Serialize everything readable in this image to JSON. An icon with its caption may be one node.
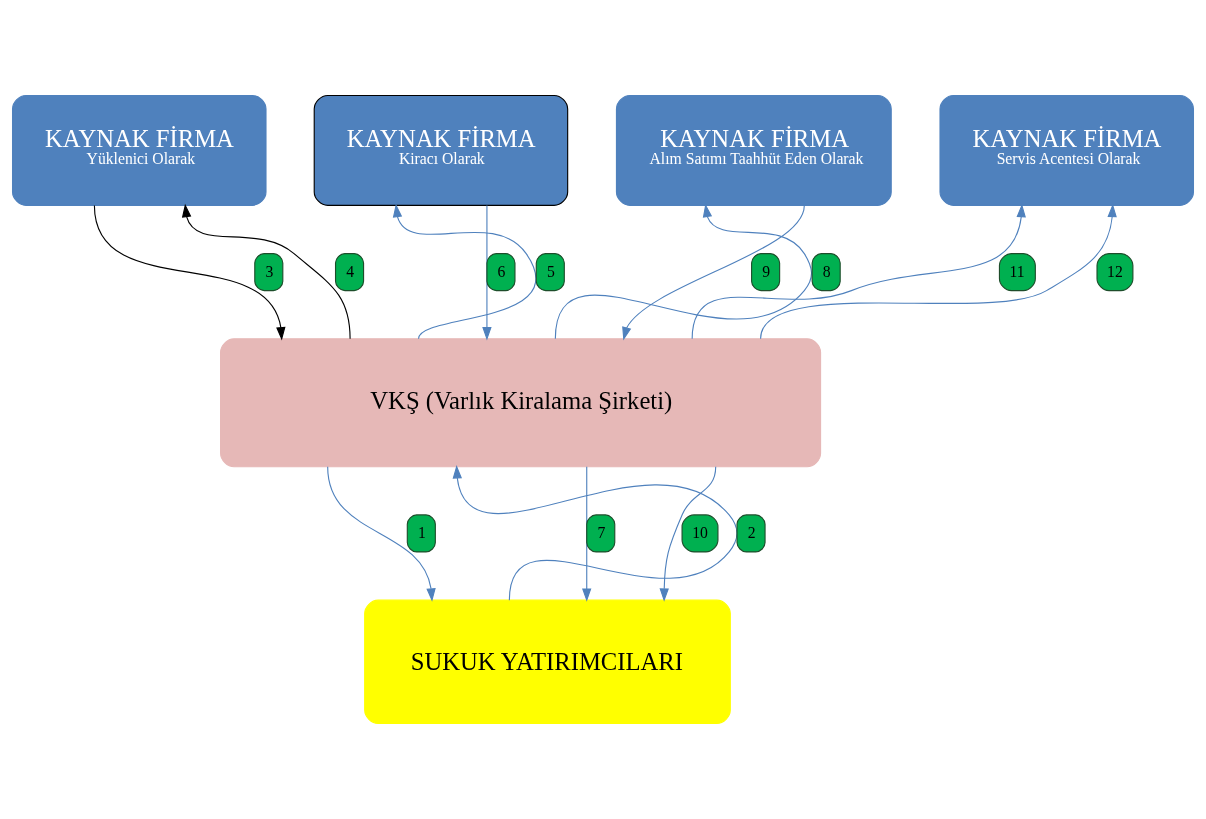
{
  "diagram": {
    "nodes": [
      {
        "text": [
          "KAYNAK FİRMA",
          "Yüklenici Olarak"
        ]
      },
      {
        "text": [
          "KAYNAK FİRMA",
          "Kiracı Olarak"
        ]
      },
      {
        "text": [
          "KAYNAK FİRMA",
          "Alım Satımı Taahhüt Eden Olarak"
        ]
      },
      {
        "text": [
          "KAYNAK FİRMA",
          "Servis Acentesi Olarak"
        ]
      },
      {
        "text": [
          "VKŞ (Varlık Kiralama Şirketi)"
        ]
      },
      {
        "text": [
          "SUKUK YATIRIMCILARI"
        ]
      }
    ],
    "edges": [
      {
        "from": 4,
        "to": 5,
        "arrow": "to",
        "label": "1"
      },
      {
        "from": 5,
        "to": 4,
        "arrow": "to",
        "label": "2"
      },
      {
        "from": 0,
        "to": 4,
        "arrow": "to",
        "label": "3",
        "color": "#000000"
      },
      {
        "from": 4,
        "to": 0,
        "arrow": "to",
        "label": "4",
        "color": "#000000"
      },
      {
        "from": 4,
        "to": 1,
        "arrow": "to",
        "label": "5"
      },
      {
        "from": 1,
        "to": 4,
        "arrow": "to",
        "label": "6"
      },
      {
        "from": 4,
        "to": 5,
        "arrow": "to",
        "label": "7"
      },
      {
        "from": 4,
        "to": 2,
        "arrow": "to",
        "label": "8"
      },
      {
        "from": 2,
        "to": 4,
        "arrow": "to",
        "label": "9"
      },
      {
        "from": 4,
        "to": 5,
        "arrow": "to",
        "label": "10"
      },
      {
        "from": 4,
        "to": 3,
        "arrow": "to",
        "label": "11"
      },
      {
        "from": 4,
        "to": 3,
        "arrow": "to",
        "label": "12"
      }
    ]
  }
}
